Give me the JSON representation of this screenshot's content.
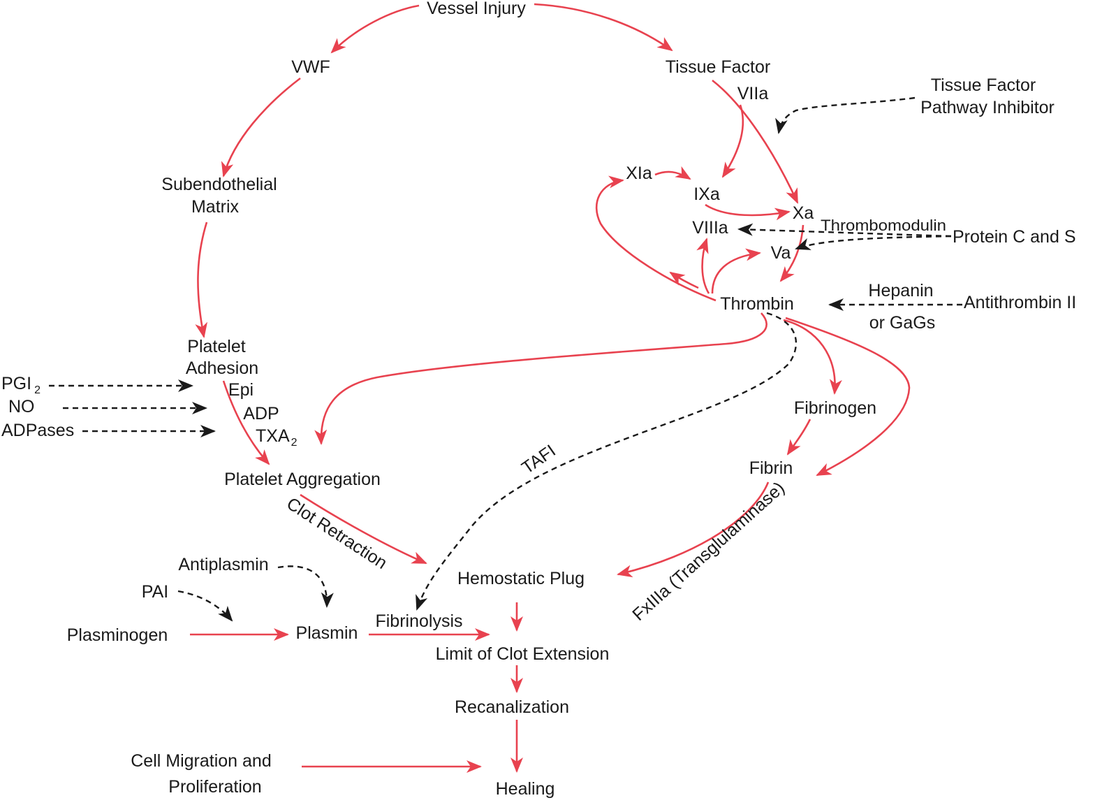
{
  "nodes": {
    "vessel_injury": "Vessel Injury",
    "vwf": "VWF",
    "tissue_factor": "Tissue Factor",
    "viia": "VIIa",
    "tfpi_line1": "Tissue Factor",
    "tfpi_line2": "Pathway Inhibitor",
    "subendothelial_line1": "Subendothelial",
    "subendothelial_line2": "Matrix",
    "xia": "XIa",
    "ixa": "IXa",
    "xa": "Xa",
    "viiia": "VIIIa",
    "thrombomodulin": "Thrombomodulin",
    "protein_c_s": "Protein C and S",
    "va": "Va",
    "thrombin": "Thrombin",
    "hepanin_line1": "Hepanin",
    "hepanin_line2": "or GaGs",
    "antithrombin": "Antithrombin II",
    "platelet_adhesion_line1": "Platelet",
    "platelet_adhesion_line2": "Adhesion",
    "pgi": "PGI",
    "pgi_sub": "2",
    "no": "NO",
    "adpases": "ADPases",
    "epi": "Epi",
    "adp": "ADP",
    "txa": "TXA",
    "txa_sub": "2",
    "fibrinogen": "Fibrinogen",
    "fibrin": "Fibrin",
    "tafi": "TAFI",
    "platelet_aggregation": "Platelet Aggregation",
    "clot_retraction": "Clot Retraction",
    "fxiiia": "FxIIIa (Transglulaminase)",
    "antiplasmin": "Antiplasmin",
    "hemostatic_plug": "Hemostatic Plug",
    "pai": "PAI",
    "fibrinolysis": "Fibrinolysis",
    "plasminogen": "Plasminogen",
    "plasmin": "Plasmin",
    "limit_clot": "Limit of Clot Extension",
    "recanalization": "Recanalization",
    "cell_migration_line1": "Cell Migration and",
    "cell_migration_line2": "Proliferation",
    "healing": "Healing"
  },
  "colors": {
    "activation_arrow": "#e8424f",
    "inhibition_arrow": "#1a1a1a",
    "text": "#1a1a1a"
  }
}
